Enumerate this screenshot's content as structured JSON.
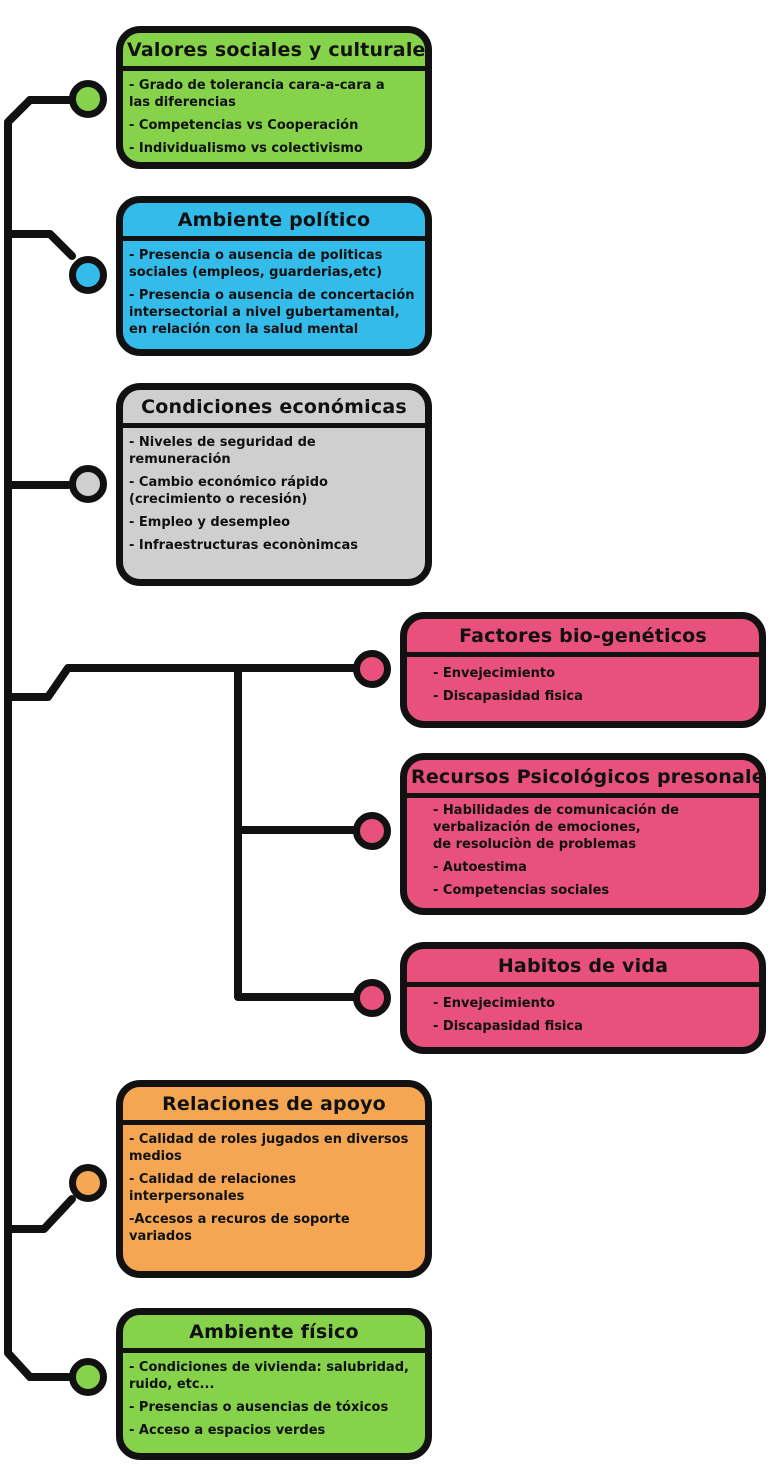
{
  "colors": {
    "green": "#86d24a",
    "blue": "#33bbea",
    "gray": "#cfcfcf",
    "pink": "#e8517c",
    "orange": "#f5a653",
    "line": "#111111"
  },
  "boxes": [
    {
      "title": "Valores sociales y culturales",
      "color": "green",
      "items": [
        "- Grado de tolerancia cara-a-cara a\n  las diferencias",
        "- Competencias vs Cooperación",
        "- Individualismo vs colectivismo"
      ]
    },
    {
      "title": "Ambiente político",
      "color": "blue",
      "items": [
        "- Presencia o ausencia de politicas\n  sociales (empleos, guarderias,etc)",
        "- Presencia o ausencia de concertación\n  intersectorial a nivel gubertamental,\n  en relación con la salud mental"
      ]
    },
    {
      "title": "Condiciones económicas",
      "color": "gray",
      "items": [
        "- Niveles de seguridad de\n  remuneración",
        "- Cambio económico rápido\n  (crecimiento o recesión)",
        "- Empleo y desempleo",
        "- Infraestructuras econònimcas"
      ]
    },
    {
      "title": "Factores bio-genéticos",
      "color": "pink",
      "items": [
        "- Envejecimiento",
        "- Discapasidad fisica"
      ]
    },
    {
      "title": "Recursos Psicológicos presonales",
      "color": "pink",
      "items": [
        "- Habilidades de comunicación de\n  verbalización de emociones,\n  de resoluciòn de problemas",
        "- Autoestima",
        "- Competencias sociales"
      ]
    },
    {
      "title": "Habitos de vida",
      "color": "pink",
      "items": [
        "- Envejecimiento",
        "- Discapasidad fisica"
      ]
    },
    {
      "title": "Relaciones de apoyo",
      "color": "orange",
      "items": [
        "- Calidad de roles jugados en diversos\n  medios",
        "- Calidad de relaciones\n  interpersonales",
        "-Accesos a recuros de soporte\n  variados"
      ]
    },
    {
      "title": "Ambiente físico",
      "color": "green",
      "items": [
        "- Condiciones de vivienda: salubridad,\n  ruido, etc...",
        "- Presencias o ausencias de tóxicos",
        "- Acceso a espacios verdes"
      ]
    }
  ]
}
